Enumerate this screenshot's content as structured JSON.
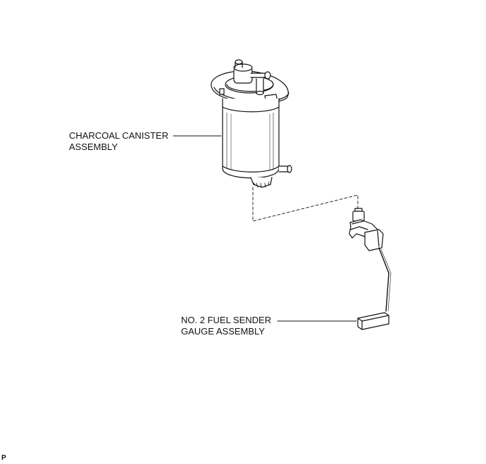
{
  "labels": {
    "canister_line1": "CHARCOAL CANISTER",
    "canister_line2": "ASSEMBLY",
    "sender_line1": "NO. 2 FUEL SENDER",
    "sender_line2": "GAUGE ASSEMBLY"
  },
  "corner_mark": "P",
  "colors": {
    "ink": "#111111",
    "background": "#ffffff"
  }
}
